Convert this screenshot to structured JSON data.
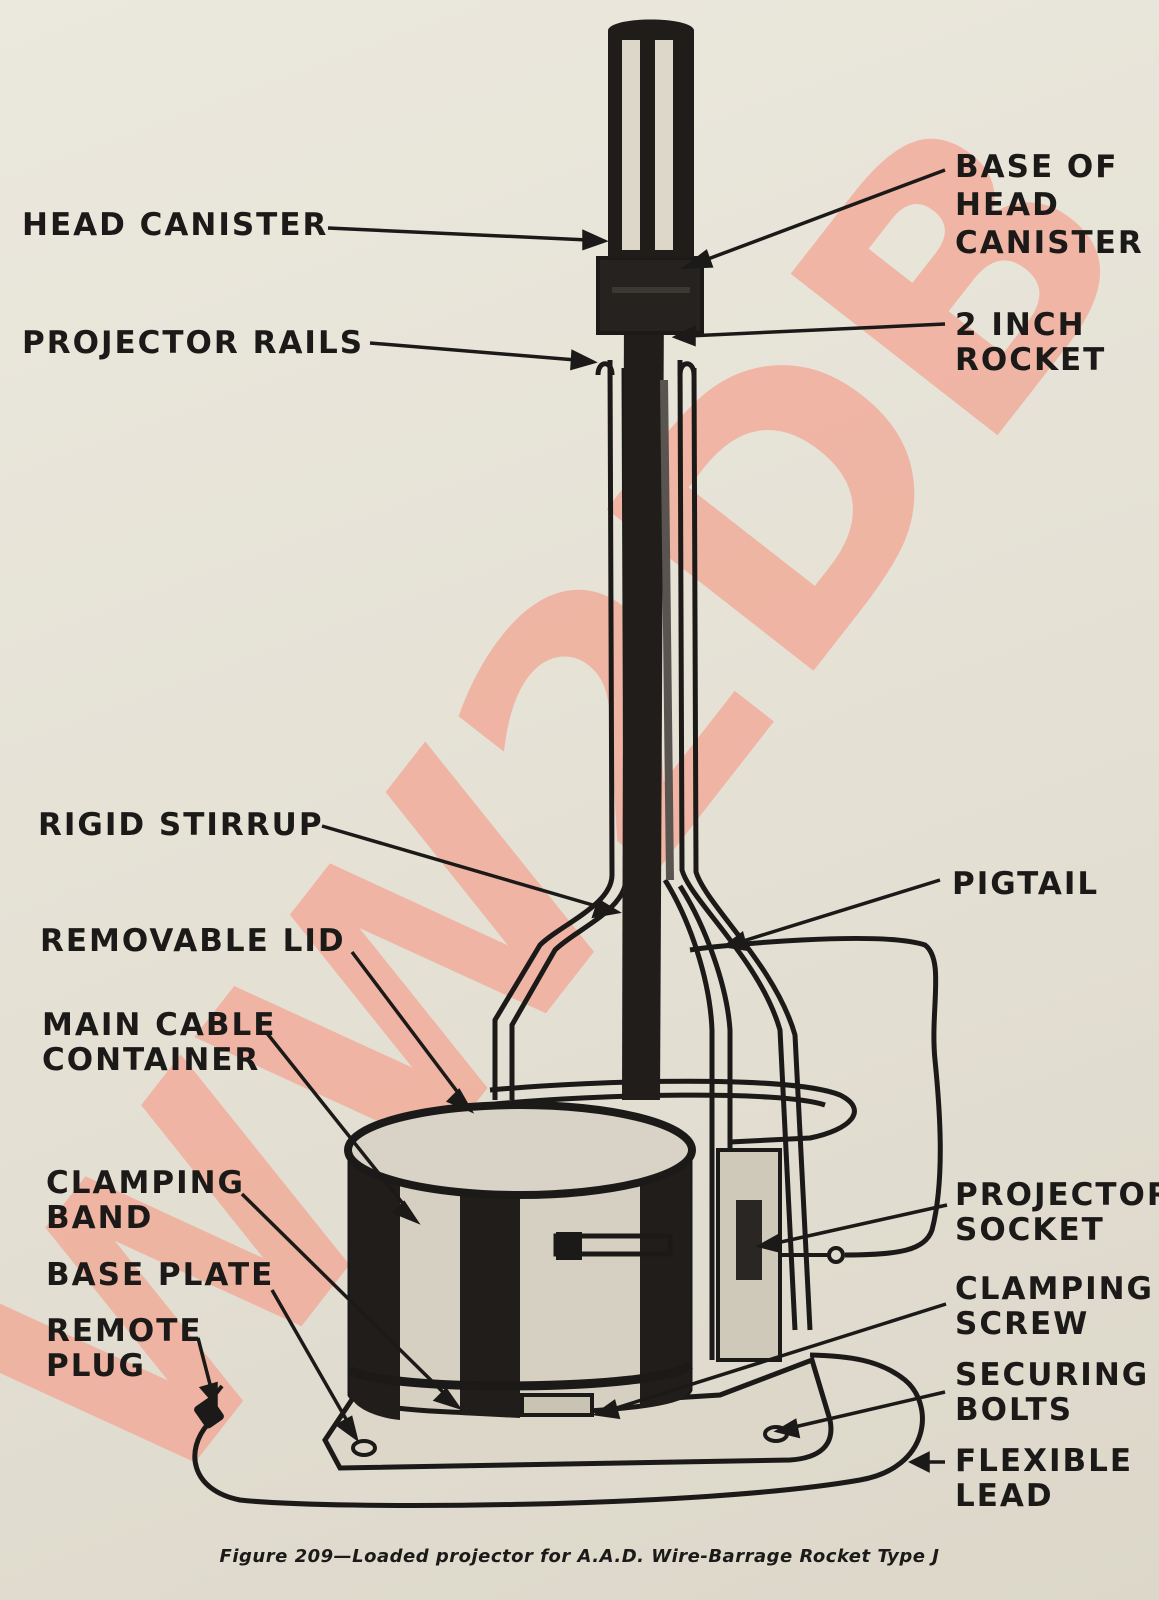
{
  "labels": {
    "head_canister": "HEAD CANISTER",
    "base_of_head_canister": [
      "BASE OF",
      "HEAD",
      "CANISTER"
    ],
    "projector_rails": "PROJECTOR RAILS",
    "two_inch_rocket": [
      "2 INCH",
      "ROCKET"
    ],
    "rigid_stirrup": "RIGID STIRRUP",
    "pigtail": "PIGTAIL",
    "removable_lid": "REMOVABLE LID",
    "main_cable_container": [
      "MAIN CABLE",
      "CONTAINER"
    ],
    "clamping_band": [
      "CLAMPING",
      "BAND"
    ],
    "base_plate": "BASE PLATE",
    "remote_plug": [
      "REMOTE",
      "PLUG"
    ],
    "projector_socket": [
      "PROJECTOR",
      "SOCKET"
    ],
    "clamping_screw": [
      "CLAMPING",
      "SCREW"
    ],
    "securing_bolts": [
      "SECURING",
      "BOLTS"
    ],
    "flexible_lead": [
      "FLEXIBLE",
      "LEAD"
    ]
  },
  "caption": "Figure 209—Loaded projector for A.A.D. Wire-Barrage Rocket Type J",
  "watermark": {
    "text": "WW2DB",
    "color": "#f3a693"
  },
  "colors": {
    "paper": "#e6e2d6",
    "ink": "#1c1a18"
  }
}
